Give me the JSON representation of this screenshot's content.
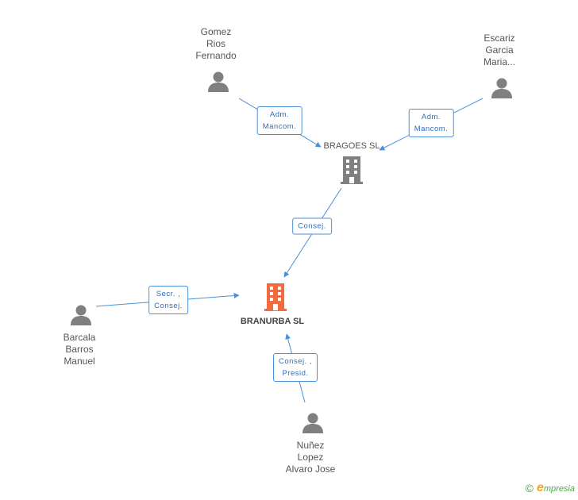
{
  "nodes": {
    "gomez": {
      "label": "Gomez\nRios\nFernando"
    },
    "escariz": {
      "label": "Escariz\nGarcia\nMaria..."
    },
    "bragoes": {
      "label": "BRAGOES SL"
    },
    "branurba": {
      "label": "BRANURBA SL"
    },
    "barcala": {
      "label": "Barcala\nBarros\nManuel"
    },
    "nunez": {
      "label": "Nuñez\nLopez\nAlvaro Jose"
    }
  },
  "edges": {
    "gomez_bragoes": {
      "label": "Adm.\nMancom."
    },
    "escariz_bragoes": {
      "label": "Adm.\nMancom."
    },
    "bragoes_branurba": {
      "label": "Consej."
    },
    "barcala_branurba": {
      "label": "Secr. ,\nConsej."
    },
    "nunez_branurba": {
      "label": "Consej. ,\nPresid."
    }
  },
  "colors": {
    "person": "#808080",
    "company": "#808080",
    "focus_company": "#f26a3d",
    "edge": "#4a90d9"
  },
  "brand": {
    "copyright": "©",
    "name": "mpresia",
    "initial": "e"
  }
}
